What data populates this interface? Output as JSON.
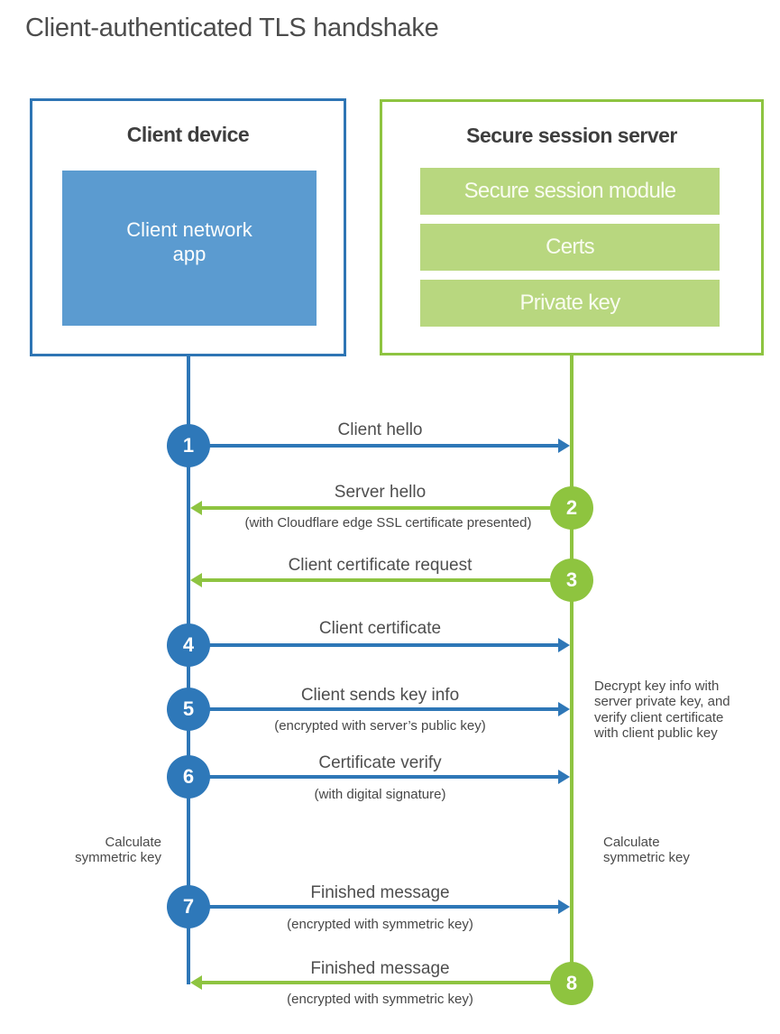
{
  "title": "Client-authenticated TLS handshake",
  "colors": {
    "blue": "#2e77b7",
    "blue_fill": "#5b9bd0",
    "green": "#8ec441",
    "green_fill": "#b8d77f"
  },
  "client_box": {
    "title": "Client device",
    "app_label": "Client network app"
  },
  "server_box": {
    "title": "Secure session server",
    "modules": [
      "Secure session module",
      "Certs",
      "Private key"
    ]
  },
  "steps": [
    {
      "num": "1",
      "actor": "client",
      "direction": "right",
      "label": "Client hello",
      "sub": ""
    },
    {
      "num": "2",
      "actor": "server",
      "direction": "left",
      "label": "Server hello",
      "sub": "(with Cloudflare edge SSL certificate presented)"
    },
    {
      "num": "3",
      "actor": "server",
      "direction": "left",
      "label": "Client certificate request",
      "sub": ""
    },
    {
      "num": "4",
      "actor": "client",
      "direction": "right",
      "label": "Client certificate",
      "sub": ""
    },
    {
      "num": "5",
      "actor": "client",
      "direction": "right",
      "label": "Client sends key info",
      "sub": "(encrypted with server’s public key)"
    },
    {
      "num": "6",
      "actor": "client",
      "direction": "right",
      "label": "Certificate verify",
      "sub": "(with digital signature)"
    },
    {
      "num": "7",
      "actor": "client",
      "direction": "right",
      "label": "Finished message",
      "sub": "(encrypted with symmetric key)"
    },
    {
      "num": "8",
      "actor": "server",
      "direction": "left",
      "label": "Finished message",
      "sub": "(encrypted with symmetric key)"
    }
  ],
  "notes": {
    "decrypt": {
      "lines": [
        "Decrypt key info with",
        "server private key, and",
        "verify client certificate",
        "with client public key"
      ]
    },
    "calc_left": {
      "lines": [
        "Calculate",
        "symmetric key"
      ]
    },
    "calc_right": {
      "lines": [
        "Calculate",
        "symmetric key"
      ]
    }
  }
}
